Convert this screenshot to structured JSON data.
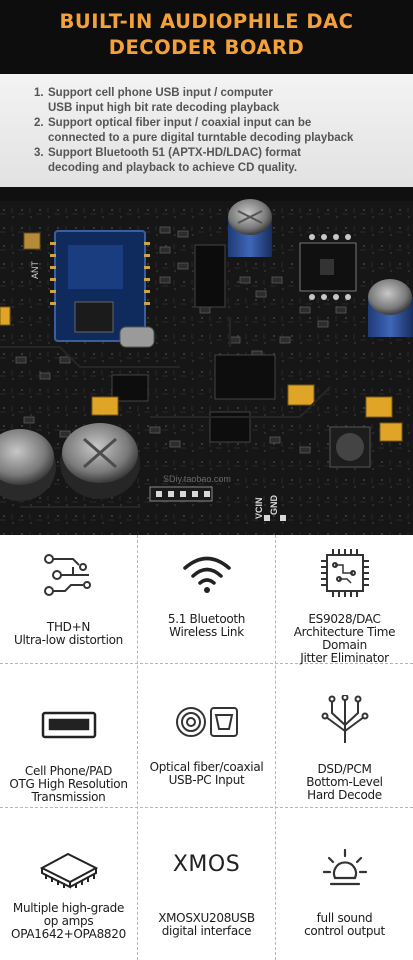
{
  "header": {
    "title_line1": "BUILT-IN AUDIOPHILE DAC",
    "title_line2": "DECODER BOARD"
  },
  "intro": {
    "items": [
      {
        "num": "1.",
        "line1": "Support cell phone USB input / computer",
        "line2": "USB input high bit rate decoding playback"
      },
      {
        "num": "2.",
        "line1": "Support optical fiber input / coaxial input can be",
        "line2": "connected to a pure digital turntable decoding playback"
      },
      {
        "num": "3.",
        "line1": "Support Bluetooth 51 (APTX-HD/LDAC) format",
        "line2": "decoding and playback to achieve CD quality."
      }
    ]
  },
  "board_labels": {
    "ant": "ANT",
    "vcin": "VCIN",
    "gnd": "GND",
    "watermark": "SDiy.taobao.com"
  },
  "features": [
    {
      "icon": "circuit-icon",
      "lines": [
        "THD+N",
        "Ultra-low distortion"
      ]
    },
    {
      "icon": "wifi-icon",
      "lines": [
        "5.1 Bluetooth",
        "Wireless Link"
      ]
    },
    {
      "icon": "chip-icon",
      "lines": [
        "ES9028/DAC",
        "Architecture Time Domain",
        "Jitter Eliminator"
      ]
    },
    {
      "icon": "usb-port-icon",
      "lines": [
        "Cell Phone/PAD",
        "OTG High Resolution",
        "Transmission"
      ]
    },
    {
      "icon": "optical-coaxial-icon",
      "lines": [
        "Optical fiber/coaxial",
        "USB-PC Input"
      ]
    },
    {
      "icon": "decode-tree-icon",
      "lines": [
        "DSD/PCM",
        "Bottom-Level",
        "Hard Decode"
      ]
    },
    {
      "icon": "op-amp-chip-icon",
      "lines": [
        "Multiple high-grade",
        "op amps",
        "OPA1642+OPA8820"
      ]
    },
    {
      "icon": "xmos-logo",
      "lines": [
        "XMOSXU208USB",
        "digital interface"
      ],
      "logo": "XMOS"
    },
    {
      "icon": "sun-icon",
      "lines": [
        "full sound",
        "control output"
      ]
    }
  ]
}
